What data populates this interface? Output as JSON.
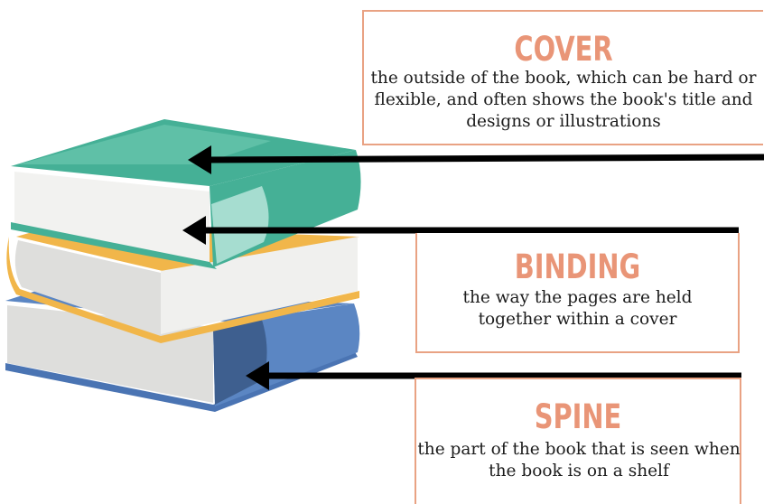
{
  "callouts": {
    "cover": {
      "term": "COVER",
      "definition": "the outside of the book, which can be hard or flexible, and often shows the book's title and designs or illustrations"
    },
    "binding": {
      "term": "BINDING",
      "definition": "the way the pages are held together within a cover"
    },
    "spine": {
      "term": "SPINE",
      "definition": "the part of the book that is seen when the book is on a shelf"
    }
  },
  "colors": {
    "accent_text": "#e99577",
    "box_border": "#e9a283",
    "arrow": "#000000",
    "green_cover": "#45b096",
    "yellow_cover": "#f1b64a",
    "blue_cover": "#5b86c3",
    "pages": "#ececea"
  }
}
